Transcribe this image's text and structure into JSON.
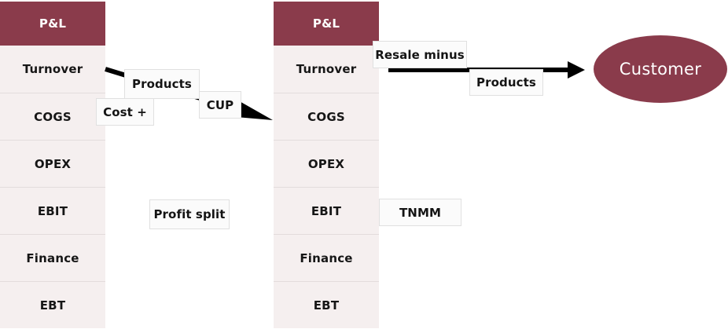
{
  "diagram": {
    "title_internal": "Transfer pricing methods between two P&L statements",
    "colors": {
      "header_fill": "#8a3b4b",
      "row_fill": "#f5efef",
      "row_divider": "#e3dcdc",
      "label_fill": "#fbfbfb",
      "label_border": "#e0e0e0",
      "arrow": "#000000",
      "node_fill": "#8a3b4b",
      "node_text": "#ffffff"
    }
  },
  "pl_left": {
    "header": "P&L",
    "rows": [
      {
        "label": "Turnover"
      },
      {
        "label": "COGS"
      },
      {
        "label": "OPEX"
      },
      {
        "label": "EBIT"
      },
      {
        "label": "Finance"
      },
      {
        "label": "EBT"
      }
    ]
  },
  "pl_right": {
    "header": "P&L",
    "rows": [
      {
        "label": "Turnover"
      },
      {
        "label": "COGS"
      },
      {
        "label": "OPEX"
      },
      {
        "label": "EBIT"
      },
      {
        "label": "Finance"
      },
      {
        "label": "EBT"
      }
    ]
  },
  "labels": {
    "cost_plus": "Cost +",
    "products_left": "Products",
    "cup": "CUP",
    "profit_split": "Profit split",
    "resale_minus": "Resale minus",
    "products_right": "Products",
    "tnmm": "TNMM"
  },
  "customer": {
    "label": "Customer"
  },
  "arrows": [
    {
      "name": "arrow-left-to-right-pl",
      "from": "pl_left.Turnover",
      "to": "pl_right.COGS",
      "style": "diagonal-solid-arrowhead"
    },
    {
      "name": "arrow-right-pl-to-customer",
      "from": "pl_right.Turnover",
      "to": "customer",
      "style": "horizontal-solid-arrowhead"
    }
  ]
}
